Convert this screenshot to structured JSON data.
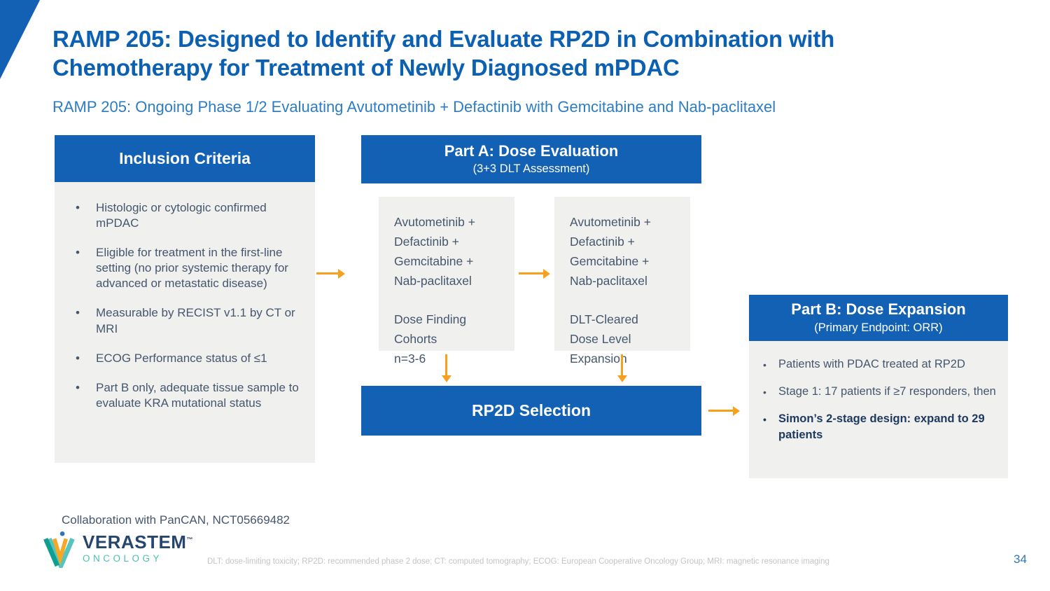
{
  "slide": {
    "title": "RAMP 205: Designed to Identify and Evaluate RP2D in Combination with Chemotherapy for Treatment of Newly Diagnosed mPDAC",
    "subtitle": "RAMP 205: Ongoing Phase 1/2 Evaluating Avutometinib + Defactinib with Gemcitabine and Nab-paclitaxel",
    "collaboration": "Collaboration with PanCAN, NCT05669482",
    "footnote": "DLT: dose-limiting toxicity; RP2D: recommended phase 2 dose; CT: computed tomography; ECOG: European Cooperative Oncology Group; MRI: magnetic resonance imaging",
    "page_number": "34"
  },
  "inclusion": {
    "header": "Inclusion Criteria",
    "bullets": [
      "Histologic or cytologic confirmed mPDAC",
      "Eligible for treatment in the first-line setting (no prior systemic therapy for advanced or metastatic disease)",
      "Measurable by RECIST v1.1 by CT or MRI",
      "ECOG Performance status of ≤1",
      "Part B only, adequate tissue sample to evaluate KRA mutational status"
    ]
  },
  "part_a": {
    "header": "Part A: Dose Evaluation",
    "subheader": "(3+3 DLT Assessment)",
    "box1": {
      "drugs": "Avutometinib +\nDefactinib +\nGemcitabine +\nNab-paclitaxel",
      "detail": "Dose Finding\nCohorts\nn=3-6"
    },
    "box2": {
      "drugs": "Avutometinib +\nDefactinib +\nGemcitabine +\nNab-paclitaxel",
      "detail": "DLT-Cleared\nDose Level\nExpansion"
    }
  },
  "rp2d": {
    "label": "RP2D Selection"
  },
  "part_b": {
    "header": "Part B: Dose Expansion",
    "subheader": "(Primary Endpoint: ORR)",
    "bullets": [
      "Patients with PDAC treated at RP2D",
      "Stage 1: 17 patients if ≥7 responders, then",
      "Simon’s 2-stage design: expand to 29 patients"
    ]
  },
  "logo": {
    "brand": "VERASTEM",
    "tm": "™",
    "sub": "ONCOLOGY"
  },
  "colors": {
    "accent_blue": "#1261B4",
    "title_blue": "#0C60B2",
    "subtitle_blue": "#2E7CC3",
    "body_slate": "#46566C",
    "bold_navy": "#1E3A60",
    "panel_grey": "#F0F0EF",
    "arrow_orange": "#F7A01E",
    "logo_navy": "#27466E",
    "logo_teal": "#4CBFB5"
  }
}
